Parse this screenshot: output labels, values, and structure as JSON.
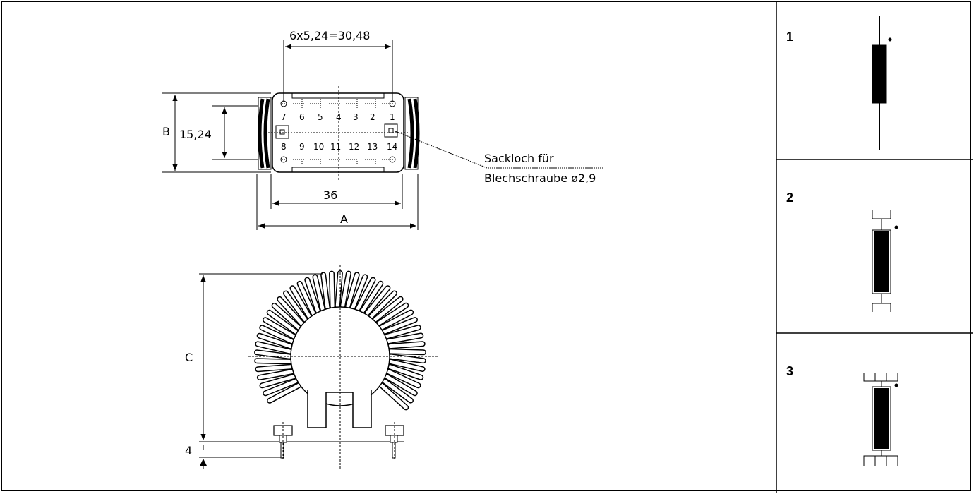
{
  "top_view": {
    "pitch_dim": "6x5,24=30,48",
    "height_inner_dim": "15,24",
    "height_outer_dim": "B",
    "width_inner_dim": "36",
    "width_outer_dim": "A",
    "pins_top": [
      "7",
      "6",
      "5",
      "4",
      "3",
      "2",
      "1"
    ],
    "pins_bottom": [
      "8",
      "9",
      "10",
      "11",
      "12",
      "13",
      "14"
    ],
    "note_line1": "Sackloch für",
    "note_line2": "Blechschraube ø2,9"
  },
  "side_view": {
    "height_dim": "C",
    "base_dim": "4"
  },
  "variants": [
    {
      "label": "1"
    },
    {
      "label": "2"
    },
    {
      "label": "3"
    }
  ]
}
